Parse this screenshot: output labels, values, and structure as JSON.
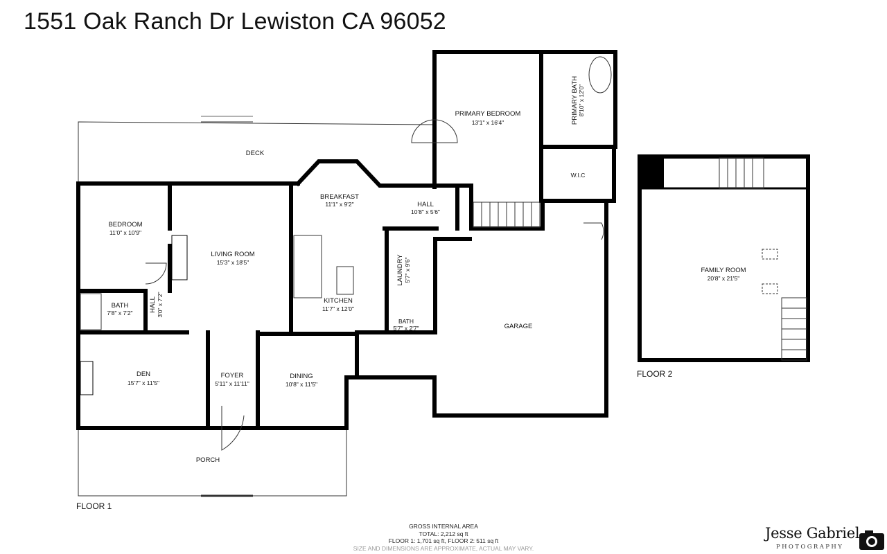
{
  "title": "1551 Oak Ranch Dr Lewiston CA 96052",
  "rooms": {
    "deck": {
      "name": "DECK",
      "dim": ""
    },
    "primary_bedroom": {
      "name": "PRIMARY BEDROOM",
      "dim": "13'1\" x 16'4\""
    },
    "primary_bath": {
      "name": "PRIMARY BATH",
      "dim": "8'10\" x 12'0\""
    },
    "wic": {
      "name": "W.I.C",
      "dim": ""
    },
    "breakfast": {
      "name": "BREAKFAST",
      "dim": "11'1\" x 9'2\""
    },
    "hall_upper": {
      "name": "HALL",
      "dim": "10'8\" x 5'6\""
    },
    "bedroom": {
      "name": "BEDROOM",
      "dim": "11'0\" x 10'9\""
    },
    "living_room": {
      "name": "LIVING ROOM",
      "dim": "15'3\" x 18'5\""
    },
    "laundry": {
      "name": "LAUNDRY",
      "dim": "5'7\" x 9'6\""
    },
    "kitchen": {
      "name": "KITCHEN",
      "dim": "11'7\" x 12'0\""
    },
    "bath_left": {
      "name": "BATH",
      "dim": "7'8\" x 7'2\""
    },
    "hall_left": {
      "name": "HALL",
      "dim": "3'0\" x 7'2\""
    },
    "bath_small": {
      "name": "BATH",
      "dim": "5'7\" x 2'7\""
    },
    "garage": {
      "name": "GARAGE",
      "dim": ""
    },
    "den": {
      "name": "DEN",
      "dim": "15'7\" x 11'5\""
    },
    "foyer": {
      "name": "FOYER",
      "dim": "5'11\" x 11'11\""
    },
    "dining": {
      "name": "DINING",
      "dim": "10'8\" x 11'5\""
    },
    "porch": {
      "name": "PORCH",
      "dim": ""
    },
    "family_room": {
      "name": "FAMILY ROOM",
      "dim": "20'8\" x 21'5\""
    }
  },
  "floors": {
    "floor1": "FLOOR 1",
    "floor2": "FLOOR 2"
  },
  "area": {
    "heading": "GROSS INTERNAL AREA",
    "total": "TOTAL: 2,212 sq ft",
    "breakdown": "FLOOR 1: 1,701 sq ft, FLOOR 2: 511 sq ft",
    "disclaimer": "SIZE AND DIMENSIONS ARE APPROXIMATE, ACTUAL MAY VARY."
  },
  "logo": {
    "name": "Jesse Gabriel",
    "sub": "PHOTOGRAPHY"
  },
  "colors": {
    "wall": "#000000",
    "line": "#333333",
    "background": "#ffffff"
  }
}
